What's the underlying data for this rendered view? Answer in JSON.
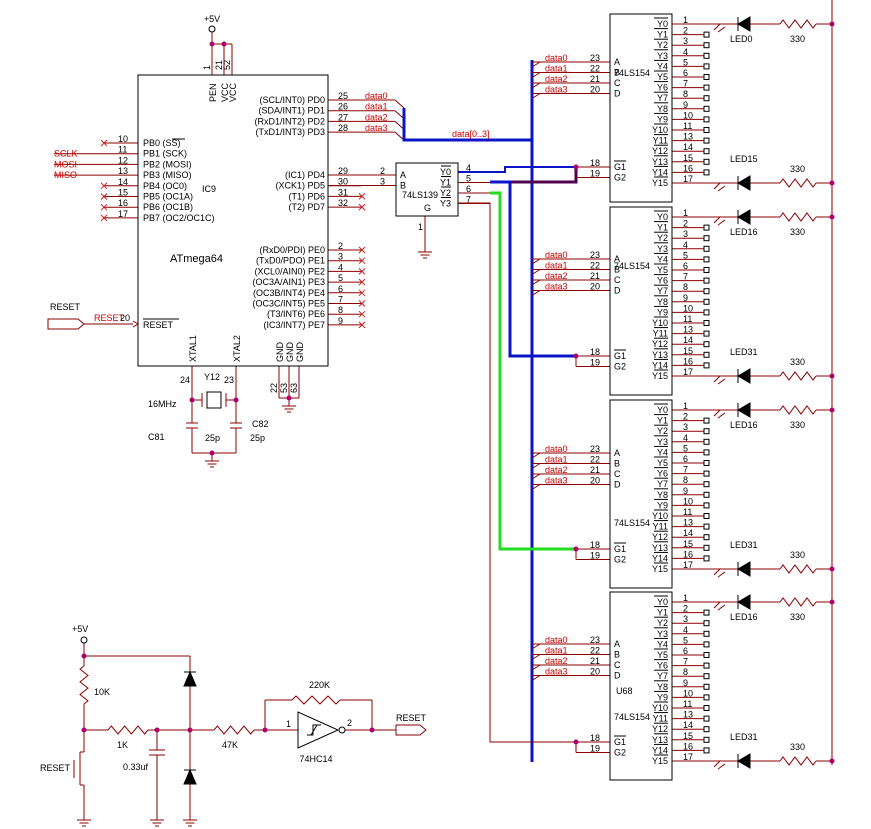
{
  "power": {
    "vcc": "+5V"
  },
  "mcu": {
    "name": "ATmega64",
    "ref": "IC9",
    "top_pins": [
      {
        "num": "1",
        "label": "PEN"
      },
      {
        "num": "21",
        "label": "VCC"
      },
      {
        "num": "52",
        "label": "VCC"
      }
    ],
    "left_pins": [
      {
        "num": "10",
        "label": "PB0 (SS)",
        "net": ""
      },
      {
        "num": "11",
        "label": "PB1 (SCK)",
        "net": "SCLK"
      },
      {
        "num": "12",
        "label": "PB2 (MOSI)",
        "net": "MOSI"
      },
      {
        "num": "13",
        "label": "PB3 (MISO)",
        "net": "MISO"
      },
      {
        "num": "14",
        "label": "PB4 (OC0)",
        "net": ""
      },
      {
        "num": "15",
        "label": "PB5 (OC1A)",
        "net": ""
      },
      {
        "num": "16",
        "label": "PB6 (OC1B)",
        "net": ""
      },
      {
        "num": "17",
        "label": "PB7 (OC2/OC1C)",
        "net": ""
      }
    ],
    "right_pins_d": [
      {
        "num": "25",
        "label": "(SCL/INT0) PD0",
        "net": "data0"
      },
      {
        "num": "26",
        "label": "(SDA/INT1) PD1",
        "net": "data1"
      },
      {
        "num": "27",
        "label": "(RxD1/INT2) PD2",
        "net": "data2"
      },
      {
        "num": "28",
        "label": "(TxD1/INT3) PD3",
        "net": "data3"
      },
      {
        "num": "29",
        "label": "(IC1) PD4",
        "net": ""
      },
      {
        "num": "30",
        "label": "(XCK1) PD5",
        "net": ""
      },
      {
        "num": "31",
        "label": "(T1) PD6",
        "net": ""
      },
      {
        "num": "32",
        "label": "(T2) PD7",
        "net": ""
      }
    ],
    "right_pins_e": [
      {
        "num": "2",
        "label": "(RxD0/PDI) PE0"
      },
      {
        "num": "3",
        "label": "(TxD0/PDO) PE1"
      },
      {
        "num": "4",
        "label": "(XCL0/AIN0) PE2"
      },
      {
        "num": "5",
        "label": "(OC3A/AIN1) PE3"
      },
      {
        "num": "6",
        "label": "(OC3B/INT4) PE4"
      },
      {
        "num": "7",
        "label": "(OC3C/INT5) PE5"
      },
      {
        "num": "8",
        "label": "(T3/INT6) PE6"
      },
      {
        "num": "9",
        "label": "(IC3/INT7) PE7"
      }
    ],
    "reset_pin": {
      "num": "20",
      "label": "RESET",
      "net": "RESET"
    },
    "bottom_pins": [
      {
        "num": "24",
        "label": "XTAL1"
      },
      {
        "num": "23",
        "label": "XTAL2"
      },
      {
        "num": "22",
        "label": "GND"
      },
      {
        "num": "53",
        "label": "GND"
      },
      {
        "num": "63",
        "label": "GND"
      }
    ]
  },
  "crystal": {
    "ref": "Y12",
    "freq": "16MHz",
    "c1_ref": "C81",
    "c2_ref": "C82",
    "c1_val": "25p",
    "c2_val": "25p"
  },
  "bus_label": "data[0..3]",
  "decoder": {
    "name": "74LS139",
    "inputs": [
      {
        "num": "2",
        "label": "A"
      },
      {
        "num": "3",
        "label": "B"
      }
    ],
    "outputs": [
      {
        "num": "4",
        "label": "Y0"
      },
      {
        "num": "5",
        "label": "Y1"
      },
      {
        "num": "6",
        "label": "Y2"
      },
      {
        "num": "7",
        "label": "Y3"
      }
    ],
    "enable": {
      "num": "1",
      "label": "G"
    }
  },
  "demux": {
    "name": "74LS154",
    "blocks": [
      {
        "name": "74LS154",
        "ref": "",
        "led_first": "LED0",
        "led_last": "LED15"
      },
      {
        "name": "74LS154",
        "ref": "",
        "led_first": "LED16",
        "led_last": "LED31"
      },
      {
        "name": "74LS154",
        "ref": "",
        "led_first": "LED16",
        "led_last": "LED31"
      },
      {
        "name": "74LS154",
        "ref": "U68",
        "led_first": "LED16",
        "led_last": "LED31"
      }
    ],
    "inputs": [
      {
        "num": "23",
        "label": "A",
        "net": "data0"
      },
      {
        "num": "22",
        "label": "B",
        "net": "data1"
      },
      {
        "num": "21",
        "label": "C",
        "net": "data2"
      },
      {
        "num": "20",
        "label": "D",
        "net": "data3"
      }
    ],
    "enables": [
      {
        "num": "18",
        "label": "G1"
      },
      {
        "num": "19",
        "label": "G2"
      }
    ],
    "outputs": [
      "Y0",
      "Y1",
      "Y2",
      "Y3",
      "Y4",
      "Y5",
      "Y6",
      "Y7",
      "Y8",
      "Y9",
      "Y10",
      "Y11",
      "Y12",
      "Y13",
      "Y14",
      "Y15"
    ],
    "output_pins": [
      "1",
      "2",
      "3",
      "4",
      "5",
      "6",
      "7",
      "8",
      "9",
      "10",
      "11",
      "13",
      "14",
      "15",
      "16",
      "17"
    ],
    "resistor": "330"
  },
  "reset_circuit": {
    "vcc": "+5V",
    "r_pullup": "10K",
    "r_series": "1K",
    "cap": "0.33uf",
    "r_out": "47K",
    "r_fb": "220K",
    "gate": "74HC14",
    "gate_in_pin": "1",
    "gate_out_pin": "2",
    "button": "RESET",
    "output": "RESET"
  },
  "colors": {
    "wire": "#8b0000",
    "bus": "#0a14c8",
    "select_y2": "#22dd22",
    "select_y1": "#500050",
    "net_label": "#cc0000",
    "junction": "#b0006a"
  }
}
